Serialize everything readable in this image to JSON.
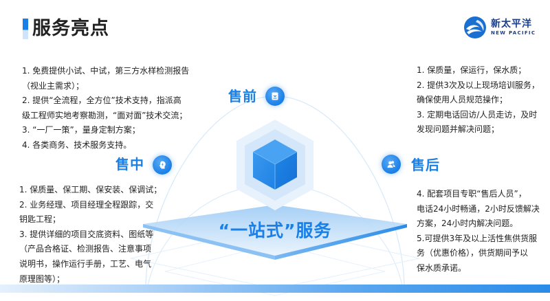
{
  "header": {
    "title": "服务亮点"
  },
  "logo": {
    "name_cn": "新太平洋",
    "name_en": "NEW PACIFIC"
  },
  "stages": {
    "pre": {
      "label": "售前",
      "icon": "clipboard-icon"
    },
    "mid": {
      "label": "售中",
      "icon": "head-lightning-icon"
    },
    "post": {
      "label": "售后",
      "icon": "users-icon"
    }
  },
  "center": {
    "title": "“一站式”服务"
  },
  "pre_sale_items": [
    "1. 免费提供小试、中试，第三方水样检测报告",
    "（视业主需求）；",
    "2. 提供“全流程，全方位”技术支持，指派高",
    "级工程师实地考察勘测，“面对面”技术交流；",
    "3. “一厂一策”，量身定制方案；",
    "4. 各类商务、技术服务支持。"
  ],
  "mid_sale_items": [
    "1. 保质量、保工期、保安装、保调试；",
    "2. 业务经理、项目经理全程跟踪，交",
    "钥匙工程；",
    "3. 提供详细的项目交底资料、图纸等",
    "（产品合格证、检测报告、注意事项",
    "说明书，操作运行手册，工艺、电气",
    "原理图等）；"
  ],
  "post_sale_items_top": [
    "1. 保质量，保运行，保水质；",
    "2. 提供3次及以上现场培训服务，",
    "确保使用人员规范操作；",
    "3. 定期电话回访/人员走访，及时",
    "发现问题并解决问题；"
  ],
  "post_sale_items_bottom": [
    "4. 配套项目专职“售后人员”，",
    "电话24小时畅通，2小时反馈解决",
    "方案，24小时内解决问题。",
    "5.可提供3年及以上活性焦供货服",
    "务（优惠价格），供货期间予以",
    "保水质承诺。"
  ],
  "colors": {
    "accent": "#1a7fe6",
    "logo": "#1b3f8b",
    "text": "#222222"
  }
}
